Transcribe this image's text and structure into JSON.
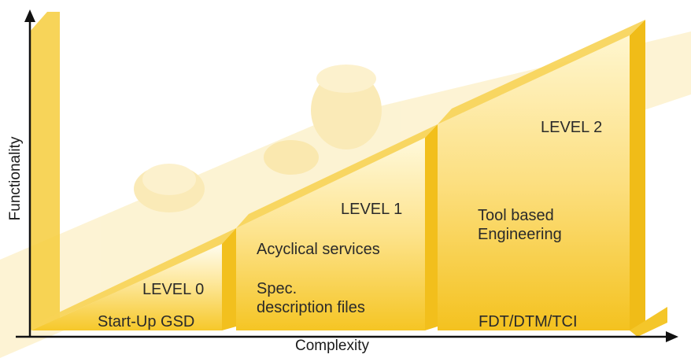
{
  "diagram": {
    "y_axis_label": "Functionality",
    "x_axis_label": "Complexity",
    "levels": [
      {
        "name": "LEVEL 0",
        "lines": [
          "Start-Up GSD"
        ]
      },
      {
        "name": "LEVEL 1",
        "lines": [
          "Acyclical services",
          "Spec.",
          "description files"
        ]
      },
      {
        "name": "LEVEL 2",
        "lines": [
          "Tool based",
          "Engineering",
          "FDT/DTM/TCI"
        ]
      }
    ],
    "colors": {
      "gold_light": "#fff2b8",
      "gold": "#f6cb2a",
      "gold_dark": "#e3b210",
      "axis": "#111111"
    }
  }
}
